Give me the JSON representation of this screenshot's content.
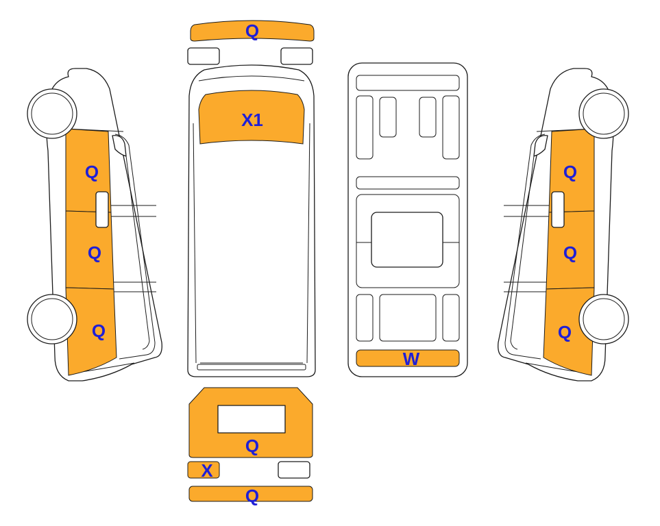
{
  "colors": {
    "panel_fill": "#FBAA2C",
    "label_text": "#1F1FD6",
    "outline": "#1a1a1a",
    "background": "#FFFFFF"
  },
  "labels": {
    "front_bumper": "Q",
    "windshield": "X1",
    "left_panel_front": "Q",
    "left_panel_middle": "Q",
    "left_panel_rear": "Q",
    "right_panel_front": "Q",
    "right_panel_middle": "Q",
    "right_panel_rear": "Q",
    "underside_rear": "W",
    "rear_door": "Q",
    "rear_light_left": "X",
    "rear_bumper": "Q"
  }
}
